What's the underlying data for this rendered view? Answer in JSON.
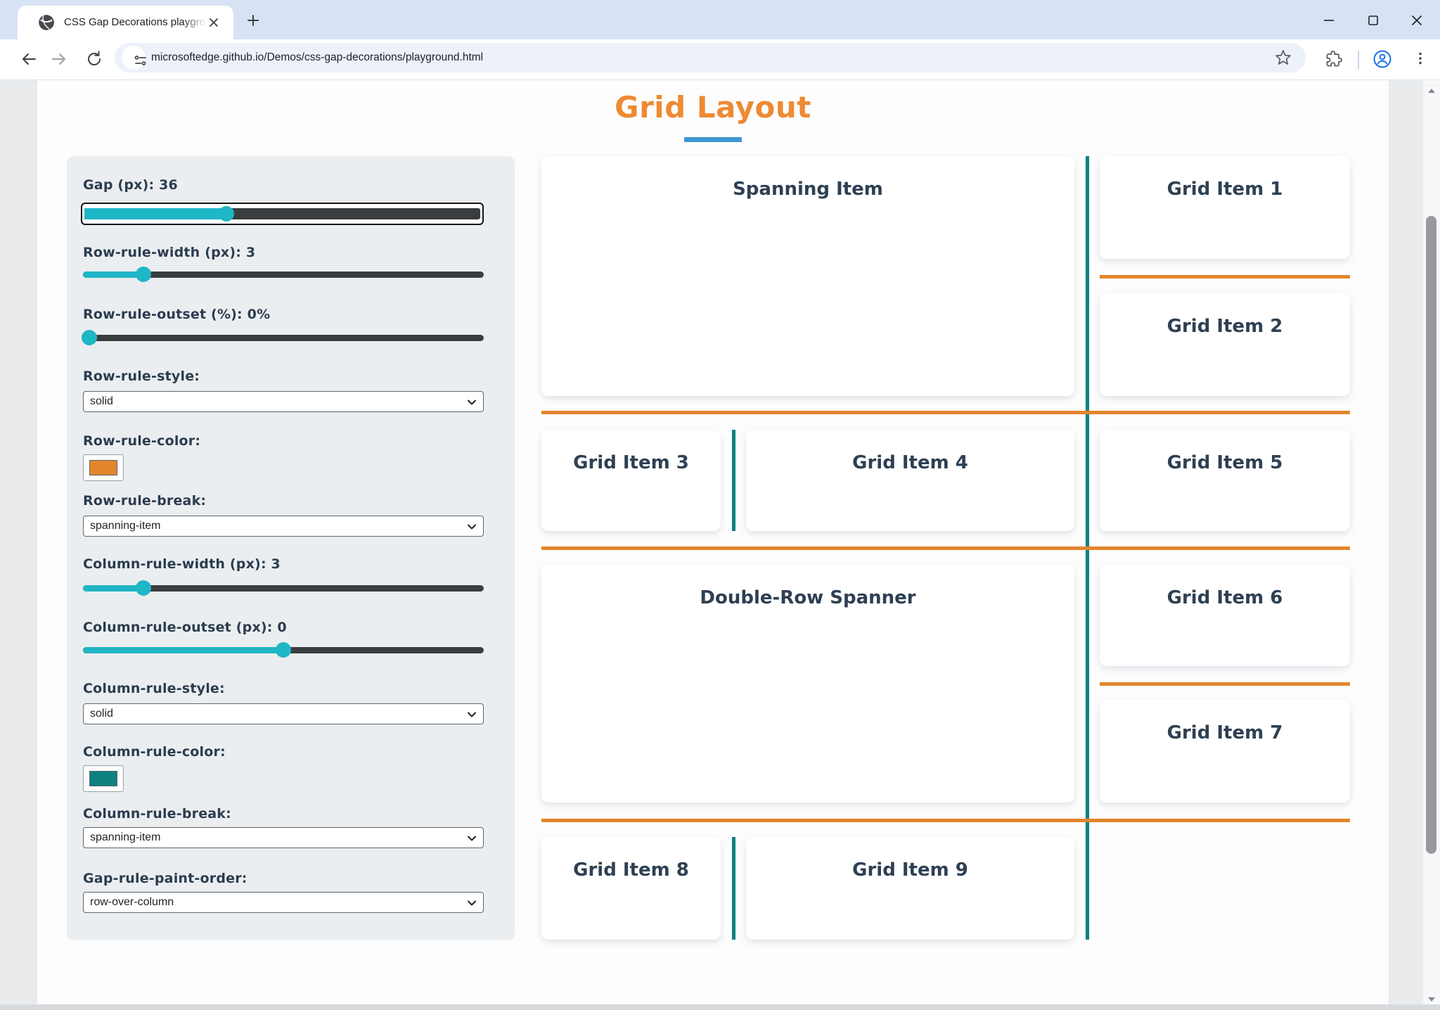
{
  "browser": {
    "tab": {
      "title": "CSS Gap Decorations playground",
      "favicon": "globe-icon"
    },
    "address_bar": {
      "url": "microsoftedge.github.io/Demos/css-gap-decorations/playground.html"
    },
    "toolbar_icons": [
      "back-icon",
      "forward-icon",
      "refresh-icon",
      "tune-icon",
      "bookmark-star-icon",
      "extensions-icon",
      "profile-icon",
      "kebab-menu-icon"
    ],
    "window_controls": [
      "minimize-icon",
      "maximize-icon",
      "close-icon"
    ]
  },
  "page": {
    "title": "Grid Layout",
    "accent_underline_color": "#3f97d3",
    "title_color": "#ee8a33",
    "panel": {
      "gap": {
        "label": "Gap (px): 36",
        "pct": "36%"
      },
      "row_rule_width": {
        "label": "Row-rule-width (px): 3",
        "pct": "15%"
      },
      "row_rule_outset": {
        "label": "Row-rule-outset (%): 0%",
        "pct": "1.5%"
      },
      "row_rule_style": {
        "label": "Row-rule-style:",
        "value": "solid"
      },
      "row_rule_color": {
        "label": "Row-rule-color:",
        "value": "#e2862d"
      },
      "row_rule_break": {
        "label": "Row-rule-break:",
        "value": "spanning-item"
      },
      "column_rule_width": {
        "label": "Column-rule-width (px): 3",
        "pct": "15%"
      },
      "column_rule_outset": {
        "label": "Column-rule-outset (px): 0",
        "pct": "50%"
      },
      "column_rule_style": {
        "label": "Column-rule-style:",
        "value": "solid"
      },
      "column_rule_color": {
        "label": "Column-rule-color:",
        "value": "#0c8180"
      },
      "column_rule_break": {
        "label": "Column-rule-break:",
        "value": "spanning-item"
      },
      "gap_rule_paint_order": {
        "label": "Gap-rule-paint-order:",
        "value": "row-over-column"
      }
    },
    "grid": {
      "row_rule_color": "#e2862d",
      "column_rule_color": "#0c8180",
      "items": [
        {
          "label": "Spanning Item"
        },
        {
          "label": "Grid Item 1"
        },
        {
          "label": "Grid Item 2"
        },
        {
          "label": "Grid Item 3"
        },
        {
          "label": "Grid Item 4"
        },
        {
          "label": "Grid Item 5"
        },
        {
          "label": "Double-Row Spanner"
        },
        {
          "label": "Grid Item 6"
        },
        {
          "label": "Grid Item 7"
        },
        {
          "label": "Grid Item 8"
        },
        {
          "label": "Grid Item 9"
        }
      ]
    }
  }
}
